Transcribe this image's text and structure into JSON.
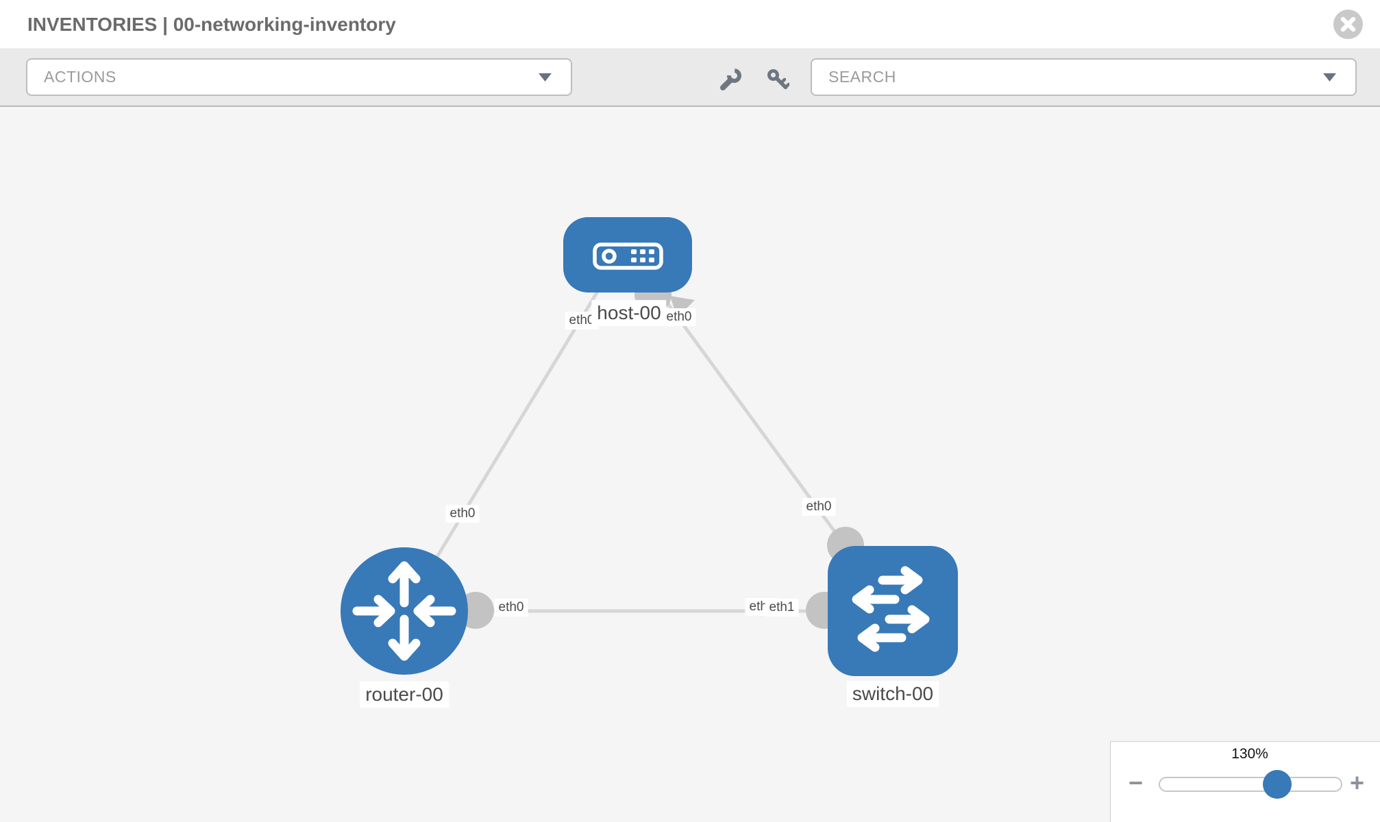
{
  "header": {
    "title": "INVENTORIES | 00-networking-inventory"
  },
  "toolbar": {
    "actions_label": "ACTIONS",
    "search_placeholder": "SEARCH",
    "tool_icons": [
      "wrench-icon",
      "key-icon"
    ]
  },
  "topology": {
    "nodes": [
      {
        "label": "host-00",
        "type": "host"
      },
      {
        "label": "router-00",
        "type": "router"
      },
      {
        "label": "switch-00",
        "type": "switch"
      }
    ],
    "links": [
      {
        "from": "router-00",
        "to": "host-00",
        "from_interface": "eth0",
        "to_interface": "eth0"
      },
      {
        "from": "switch-00",
        "to": "host-00",
        "from_interface": "eth0",
        "to_interface": "eth0"
      },
      {
        "from": "router-00",
        "to": "switch-00",
        "from_interface": "eth0",
        "to_interface": "eth1"
      }
    ],
    "interface_labels": [
      {
        "text": "eth0",
        "at": "host-left"
      },
      {
        "text": "eth0",
        "at": "host-right"
      },
      {
        "text": "eth0",
        "at": "link-router-host"
      },
      {
        "text": "eth0",
        "at": "link-switch-host"
      },
      {
        "text": "eth0",
        "at": "router-right"
      },
      {
        "text": "eth0",
        "at": "switch-left-under"
      },
      {
        "text": "eth1",
        "at": "switch-left"
      }
    ]
  },
  "zoom_control": {
    "level_label": "130%",
    "percent": 130,
    "minus_label": "−",
    "plus_label": "+"
  },
  "colors": {
    "node_blue": "#3879b8",
    "link_gray": "#d6d6d6",
    "connector_gray": "#c3c3c3",
    "toolbar_bg": "#eaeaea",
    "canvas_bg": "#f5f5f5"
  }
}
